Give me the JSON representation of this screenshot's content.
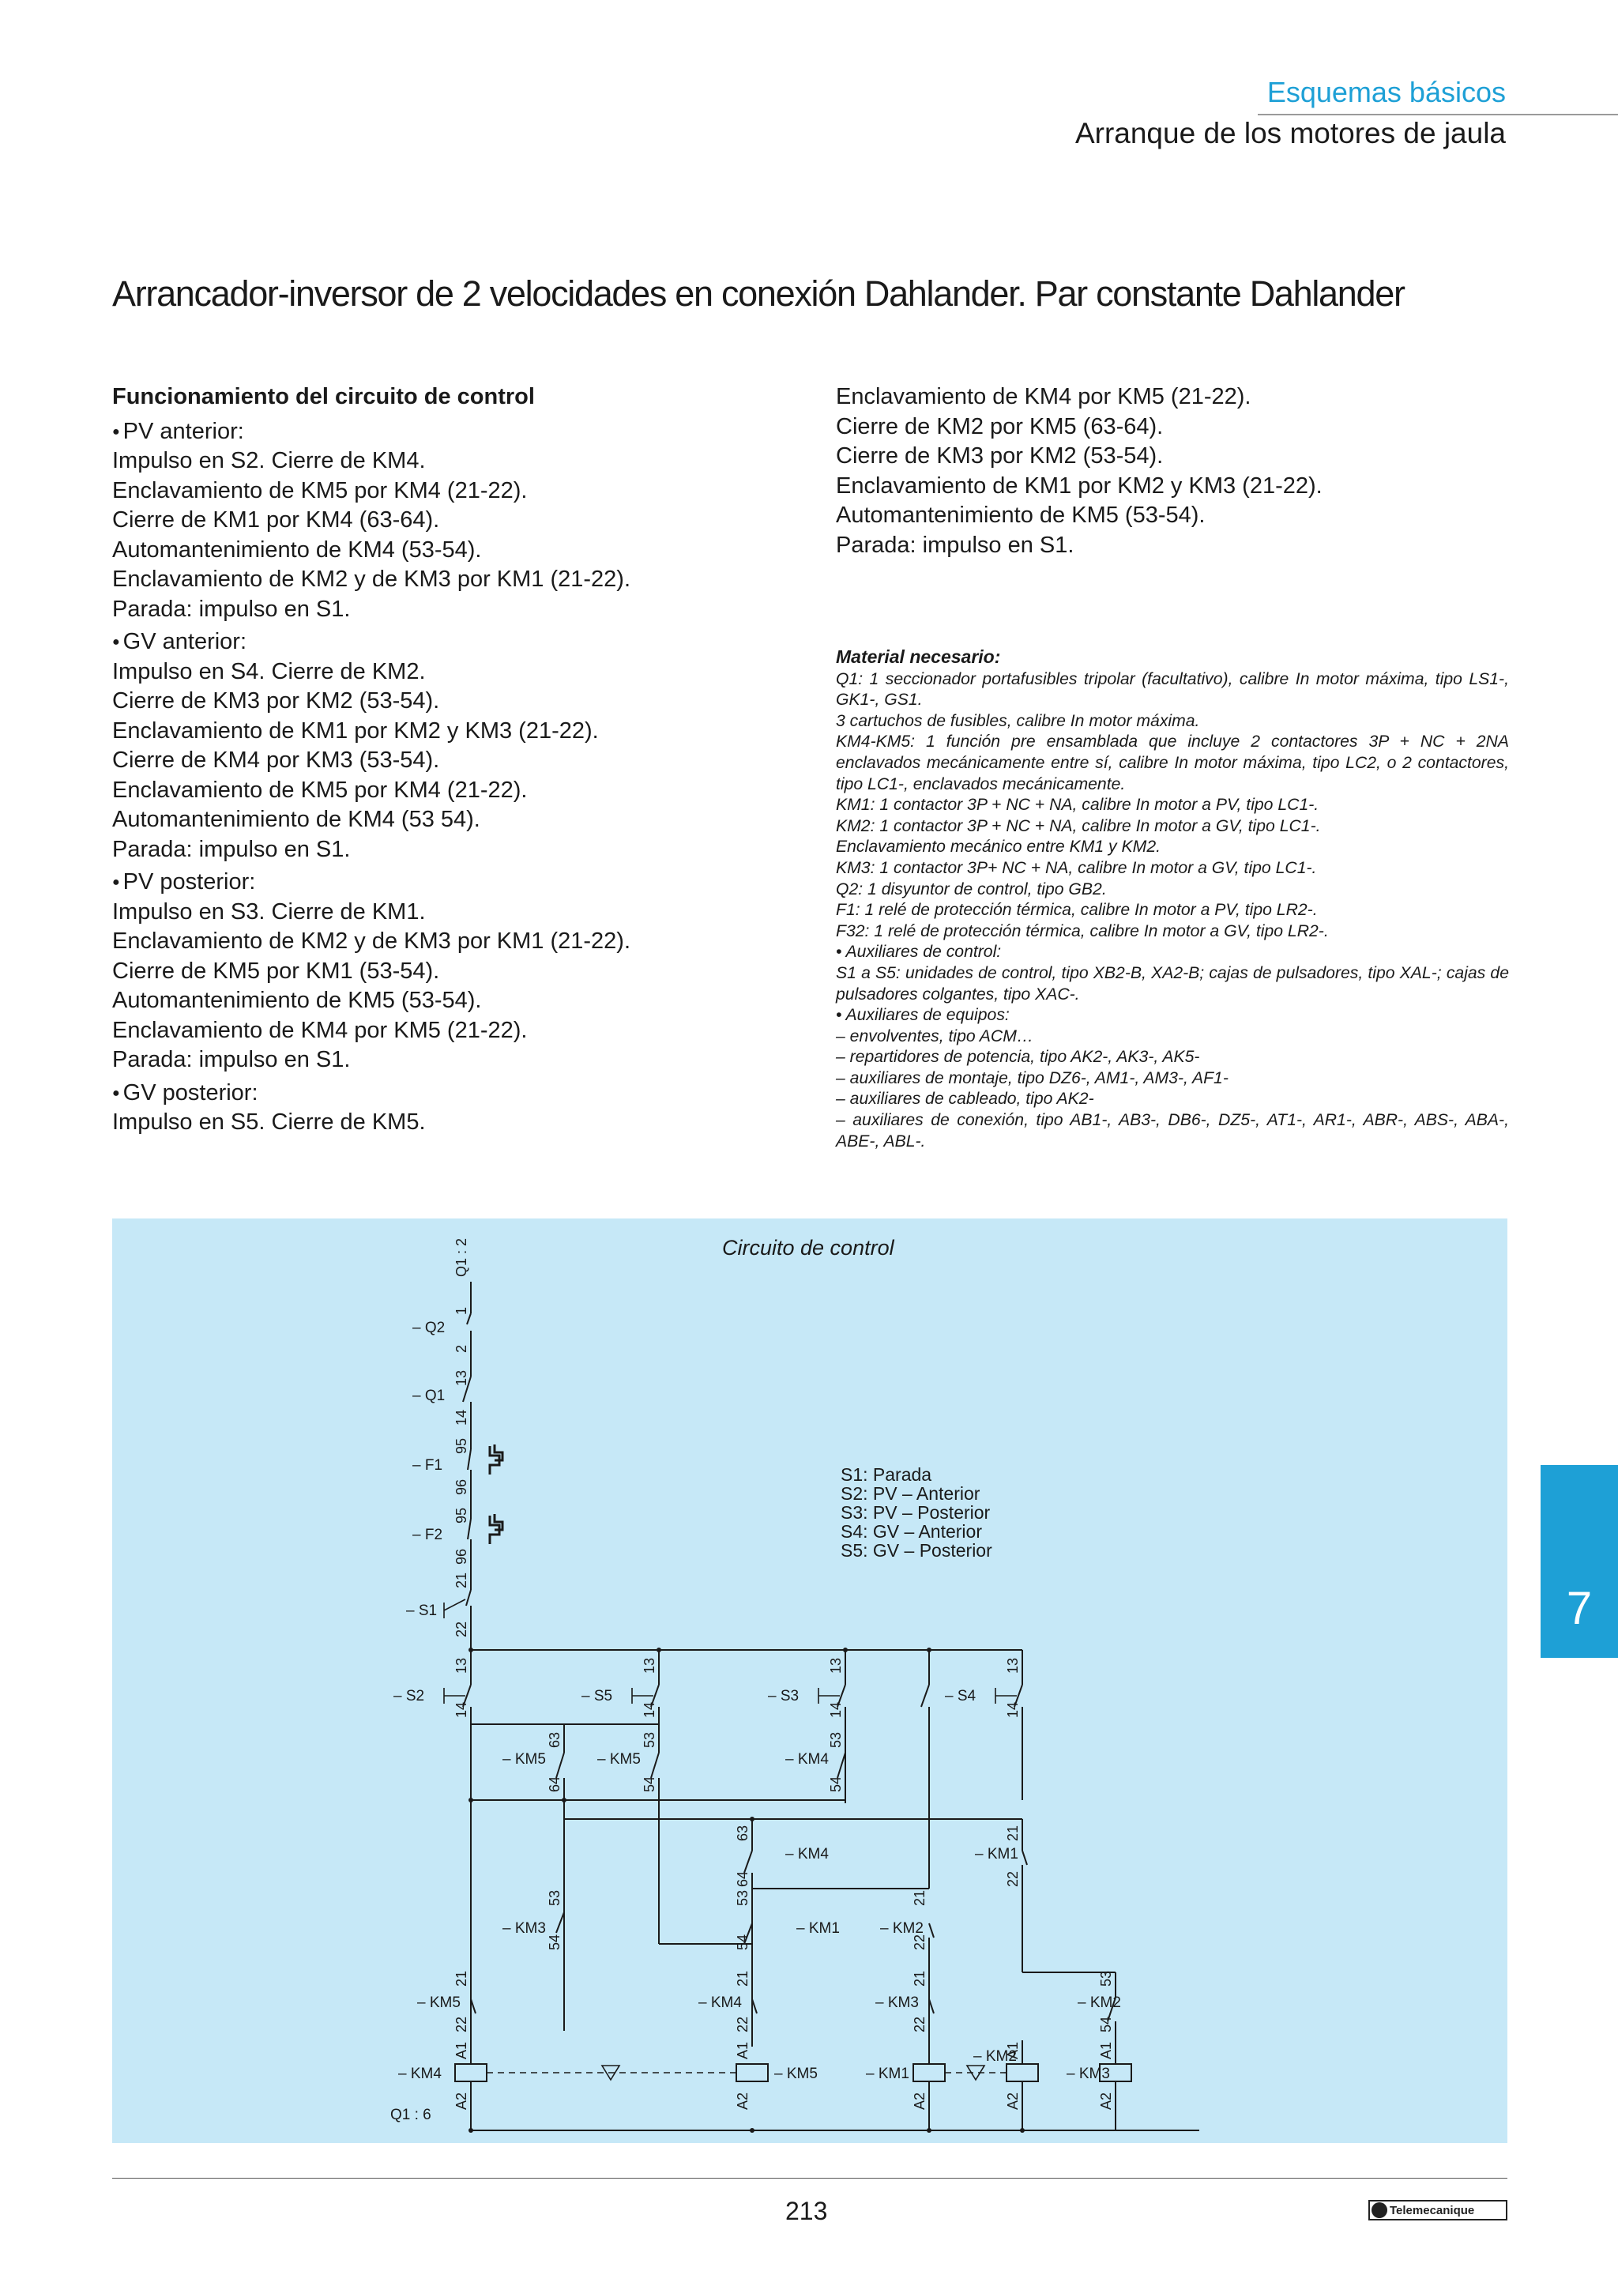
{
  "header": {
    "section": "Esquemas básicos",
    "subsection": "Arranque de los motores de jaula"
  },
  "title": "Arrancador-inversor de 2 velocidades en conexión Dahlander. Par constante Dahlander",
  "left_column": {
    "heading": "Funcionamiento del circuito de control",
    "groups": [
      {
        "bullet": "PV anterior:",
        "lines": [
          "Impulso en S2. Cierre de KM4.",
          "Enclavamiento de KM5 por KM4 (21-22).",
          "Cierre de KM1 por KM4 (63-64).",
          "Automantenimiento de KM4 (53-54).",
          "Enclavamiento de KM2 y de KM3 por KM1 (21-22).",
          "Parada: impulso en S1."
        ]
      },
      {
        "bullet": "GV anterior:",
        "lines": [
          "Impulso en S4. Cierre de KM2.",
          "Cierre de KM3 por KM2 (53-54).",
          "Enclavamiento de KM1 por KM2 y KM3 (21-22).",
          "Cierre de KM4 por KM3 (53-54).",
          "Enclavamiento de KM5 por KM4 (21-22).",
          "Automantenimiento de KM4 (53 54).",
          "Parada: impulso en S1."
        ]
      },
      {
        "bullet": "PV posterior:",
        "lines": [
          "Impulso en S3. Cierre de KM1.",
          "Enclavamiento de KM2 y de KM3 por KM1 (21-22).",
          "Cierre de KM5 por KM1 (53-54).",
          "Automantenimiento de KM5 (53-54).",
          "Enclavamiento de KM4 por KM5 (21-22).",
          "Parada: impulso en S1."
        ]
      },
      {
        "bullet": "GV posterior:",
        "lines": [
          "Impulso en S5. Cierre de KM5."
        ]
      }
    ]
  },
  "right_column": {
    "lines": [
      "Enclavamiento de KM4 por KM5 (21-22).",
      "Cierre de KM2 por KM5 (63-64).",
      "Cierre de KM3 por KM2 (53-54).",
      "Enclavamiento de KM1 por KM2 y KM3 (21-22).",
      "Automantenimiento de KM5 (53-54).",
      "Parada: impulso en S1."
    ]
  },
  "material": {
    "heading": "Material necesario:",
    "items": [
      "Q1: 1 seccionador portafusibles tripolar (facultativo), calibre In motor máxima, tipo LS1-, GK1-, GS1.",
      "3 cartuchos de fusibles, calibre In motor máxima.",
      "KM4-KM5: 1 función pre ensamblada que incluye 2 contactores 3P + NC + 2NA enclavados mecánicamente entre sí, calibre In motor máxima, tipo LC2, o 2 contactores, tipo LC1-, enclavados mecánicamente.",
      "KM1: 1 contactor 3P + NC + NA, calibre In motor a PV, tipo LC1-.",
      "KM2: 1 contactor 3P + NC + NA, calibre In motor a GV, tipo LC1-.",
      "Enclavamiento mecánico entre KM1 y KM2.",
      "KM3: 1 contactor 3P+ NC + NA, calibre In motor a GV, tipo LC1-.",
      "Q2: 1 disyuntor de control, tipo GB2.",
      "F1: 1 relé de protección térmica, calibre In motor a PV, tipo LR2-.",
      "F32: 1 relé de protección térmica, calibre In motor a GV, tipo LR2-.",
      "• Auxiliares de control:",
      "S1 a S5: unidades de control, tipo XB2-B, XA2-B; cajas de pulsadores, tipo XAL-; cajas de pulsadores colgantes, tipo XAC-.",
      "• Auxiliares de equipos:",
      "– envolventes, tipo ACM…",
      "– repartidores de potencia, tipo AK2-, AK3-, AK5-",
      "– auxiliares de montaje, tipo DZ6-, AM1-, AM3-, AF1-",
      "– auxiliares de cableado, tipo AK2-",
      "– auxiliares de conexión, tipo AB1-, AB3-, DB6-, DZ5-, AT1-, AR1-, ABR-, ABS-, ABA-, ABE-, ABL-."
    ]
  },
  "diagram": {
    "title": "Circuito de control",
    "legend": [
      "S1: Parada",
      "S2: PV  –  Anterior",
      "S3: PV  –  Posterior",
      "S4: GV  –  Anterior",
      "S5: GV  –  Posterior"
    ],
    "labels": {
      "q1_2": "Q1 : 2",
      "q1_6": "Q1 : 6",
      "q2": "– Q2",
      "q1": "– Q1",
      "f1": "– F1",
      "f2": "– F2",
      "s1": "– S1",
      "s2": "– S2",
      "s5": "– S5",
      "s3": "– S3",
      "s4": "– S4",
      "km5": "– KM5",
      "km4": "– KM4",
      "km3": "– KM3",
      "km1": "– KM1",
      "km2": "– KM2",
      "n1": "1",
      "n2": "2",
      "n13": "13",
      "n14": "14",
      "n95": "95",
      "n96": "96",
      "n21": "21",
      "n22": "22",
      "n53": "53",
      "n54": "54",
      "n63": "63",
      "n64": "64",
      "a1": "A1",
      "a2": "A2"
    }
  },
  "tab_number": "7",
  "page_number": "213",
  "brand": "Telemecanique",
  "colors": {
    "accent": "#1ea0d6",
    "diagram_bg": "#c6e8f7"
  }
}
